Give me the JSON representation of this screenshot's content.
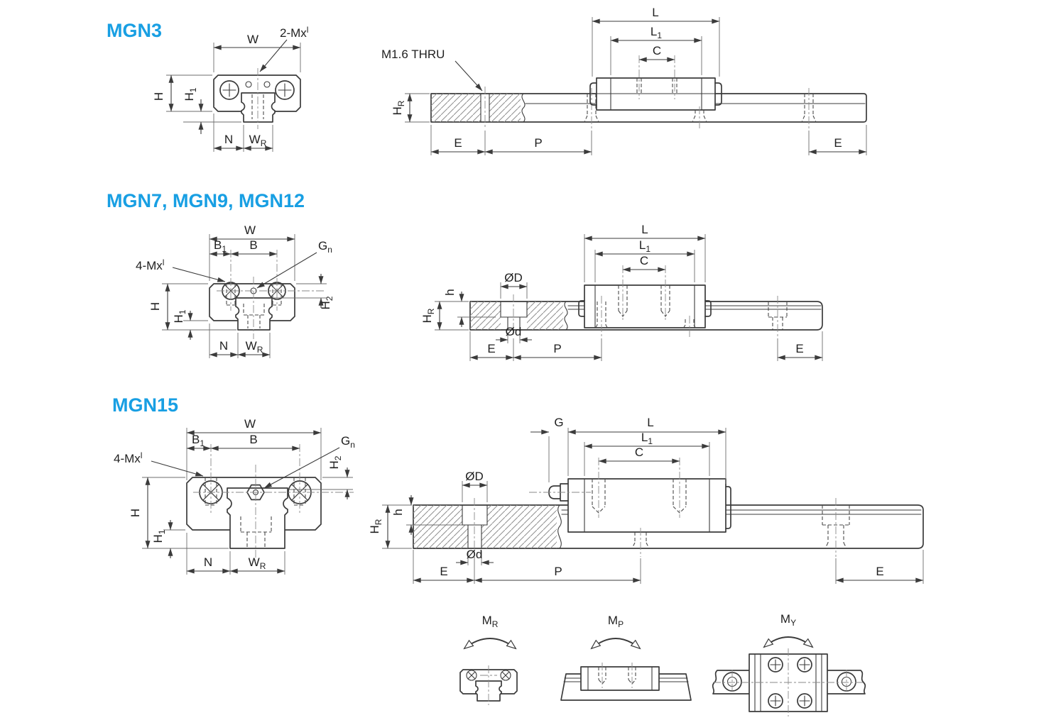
{
  "colors": {
    "accent": "#189FE3",
    "line": "#3B3B3B",
    "hatch": "#8F8F8F"
  },
  "s1": {
    "title": "MGN3",
    "cross": {
      "w": {
        "b": "W",
        "s": "",
        "dy": "0"
      },
      "mxl": {
        "b": "2-Mx",
        "s": "l",
        "dy": "-6"
      },
      "h": {
        "b": "H",
        "s": "",
        "dy": "0"
      },
      "h1": {
        "b": "H",
        "s": "1",
        "dy": "4"
      },
      "n": {
        "b": "N",
        "s": "",
        "dy": "0"
      },
      "wr": {
        "b": "W",
        "s": "R",
        "dy": "4"
      }
    },
    "side": {
      "thru": {
        "b": "M1.6 THRU",
        "s": "",
        "dy": "0"
      },
      "hr": {
        "b": "H",
        "s": "R",
        "dy": "4"
      },
      "l": {
        "b": "L",
        "s": "",
        "dy": "0"
      },
      "l1": {
        "b": "L",
        "s": "1",
        "dy": "4"
      },
      "c": {
        "b": "C",
        "s": "",
        "dy": "0"
      },
      "e1": {
        "b": "E",
        "s": "",
        "dy": "0"
      },
      "p": {
        "b": "P",
        "s": "",
        "dy": "0"
      },
      "e2": {
        "b": "E",
        "s": "",
        "dy": "0"
      }
    }
  },
  "s2": {
    "title": "MGN7, MGN9, MGN12",
    "cross": {
      "w": {
        "b": "W",
        "s": "",
        "dy": "0"
      },
      "b1": {
        "b": "B",
        "s": "1",
        "dy": "4"
      },
      "bb": {
        "b": "B",
        "s": "",
        "dy": "0"
      },
      "gn": {
        "b": "G",
        "s": "n",
        "dy": "4"
      },
      "mxl": {
        "b": "4-Mx",
        "s": "l",
        "dy": "-6"
      },
      "h": {
        "b": "H",
        "s": "",
        "dy": "0"
      },
      "h1": {
        "b": "H",
        "s": "1",
        "dy": "4"
      },
      "h2": {
        "b": "H",
        "s": "2",
        "dy": "4"
      },
      "n": {
        "b": "N",
        "s": "",
        "dy": "0"
      },
      "wr": {
        "b": "W",
        "s": "R",
        "dy": "4"
      }
    },
    "side": {
      "dbig": {
        "b": "ØD",
        "s": "",
        "dy": "0"
      },
      "hh": {
        "b": "h",
        "s": "",
        "dy": "0"
      },
      "hr": {
        "b": "H",
        "s": "R",
        "dy": "4"
      },
      "dsmall": {
        "b": "Ød",
        "s": "",
        "dy": "0"
      },
      "l": {
        "b": "L",
        "s": "",
        "dy": "0"
      },
      "l1": {
        "b": "L",
        "s": "1",
        "dy": "4"
      },
      "c": {
        "b": "C",
        "s": "",
        "dy": "0"
      },
      "e1": {
        "b": "E",
        "s": "",
        "dy": "0"
      },
      "p": {
        "b": "P",
        "s": "",
        "dy": "0"
      },
      "e2": {
        "b": "E",
        "s": "",
        "dy": "0"
      }
    }
  },
  "s3": {
    "title": "MGN15",
    "cross": {
      "w": {
        "b": "W",
        "s": "",
        "dy": "0"
      },
      "b1": {
        "b": "B",
        "s": "1",
        "dy": "4"
      },
      "bb": {
        "b": "B",
        "s": "",
        "dy": "0"
      },
      "gn": {
        "b": "G",
        "s": "n",
        "dy": "4"
      },
      "mxl": {
        "b": "4-Mx",
        "s": "l",
        "dy": "-6"
      },
      "h": {
        "b": "H",
        "s": "",
        "dy": "0"
      },
      "h1": {
        "b": "H",
        "s": "1",
        "dy": "4"
      },
      "h2": {
        "b": "H",
        "s": "2",
        "dy": "4"
      },
      "n": {
        "b": "N",
        "s": "",
        "dy": "0"
      },
      "wr": {
        "b": "W",
        "s": "R",
        "dy": "4"
      }
    },
    "side": {
      "g": {
        "b": "G",
        "s": "",
        "dy": "0"
      },
      "dbig": {
        "b": "ØD",
        "s": "",
        "dy": "0"
      },
      "hh": {
        "b": "h",
        "s": "",
        "dy": "0"
      },
      "hr": {
        "b": "H",
        "s": "R",
        "dy": "4"
      },
      "dsmall": {
        "b": "Ød",
        "s": "",
        "dy": "0"
      },
      "l": {
        "b": "L",
        "s": "",
        "dy": "0"
      },
      "l1": {
        "b": "L",
        "s": "1",
        "dy": "4"
      },
      "c": {
        "b": "C",
        "s": "",
        "dy": "0"
      },
      "e1": {
        "b": "E",
        "s": "",
        "dy": "0"
      },
      "p": {
        "b": "P",
        "s": "",
        "dy": "0"
      },
      "e2": {
        "b": "E",
        "s": "",
        "dy": "0"
      }
    }
  },
  "moments": {
    "mr": {
      "b": "M",
      "s": "R",
      "dy": "4"
    },
    "mp": {
      "b": "M",
      "s": "P",
      "dy": "4"
    },
    "my": {
      "b": "M",
      "s": "Y",
      "dy": "4"
    }
  }
}
